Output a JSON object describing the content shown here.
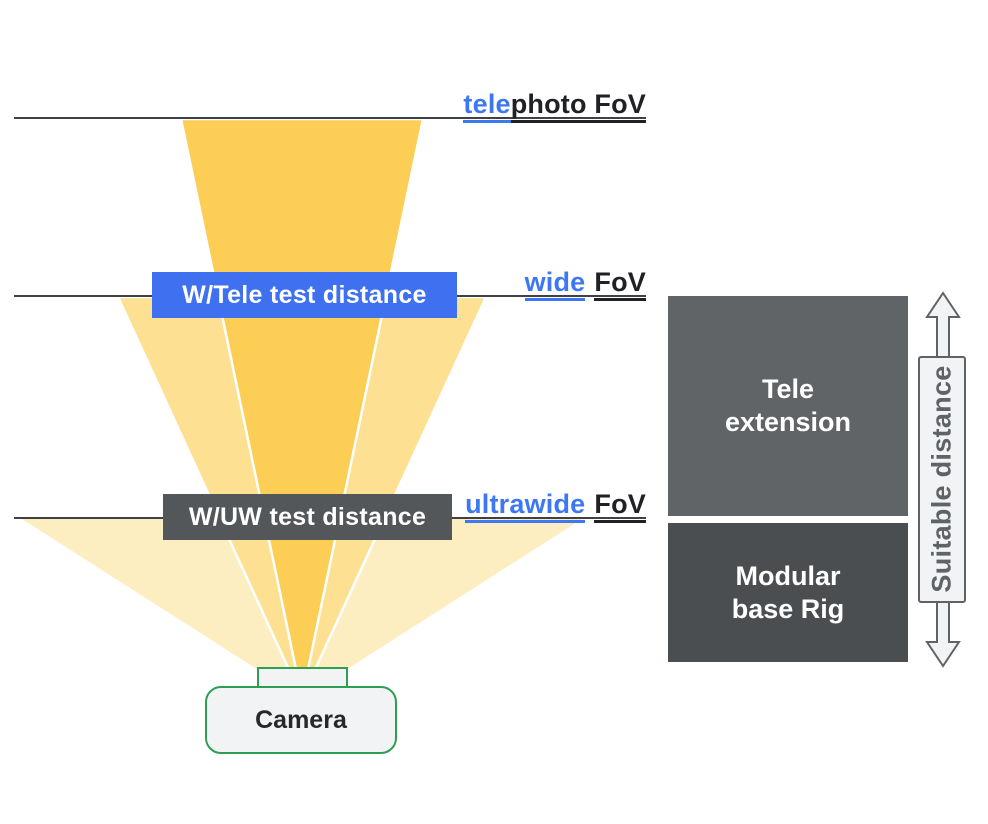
{
  "colors": {
    "link_blue": "#3D78F2",
    "text_dark": "#202124",
    "marker_blue": "#3E70F0",
    "marker_dark": "#54575A",
    "tele_extension_gray": "#616467",
    "modular_gray": "#4B4E51",
    "telephoto_cone": "#FCCE55",
    "wide_cone": "#FDE091",
    "ultrawide_cone": "#FDEEC2",
    "camera_green": "#2F9E52",
    "arrow_outline": "#5F6368",
    "arrow_fill": "#F1F3F4"
  },
  "fov_labels": {
    "telephoto": {
      "highlight": "tele",
      "rest": "photo FoV"
    },
    "wide": {
      "highlight": "wide",
      "rest": "FoV"
    },
    "ultrawide": {
      "highlight": "ultrawide",
      "rest": "FoV"
    }
  },
  "markers": {
    "w_tele": "W/Tele test distance",
    "w_uw": "W/UW test distance"
  },
  "camera": {
    "label": "Camera"
  },
  "rig": {
    "tele_extension": {
      "line1": "Tele",
      "line2": "extension"
    },
    "modular_base": {
      "line1": "Modular",
      "line2": "base Rig"
    },
    "arrow_label": "Suitable distance"
  }
}
